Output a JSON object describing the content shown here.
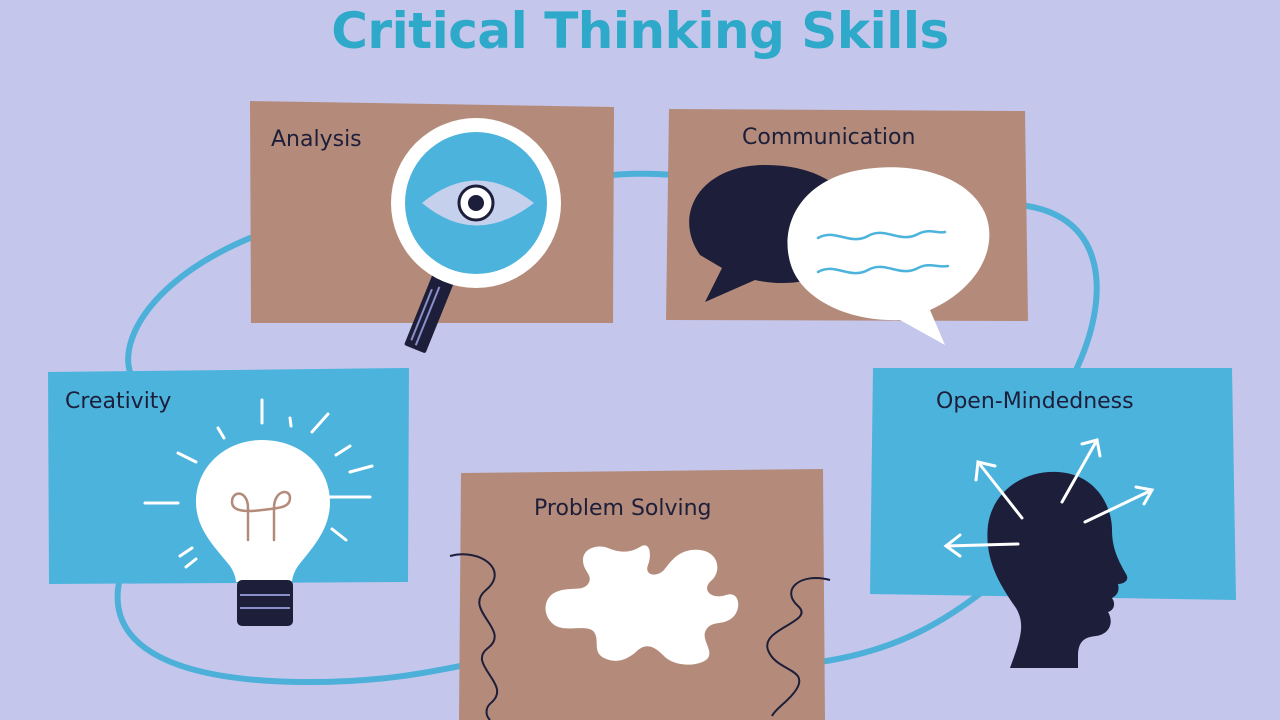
{
  "title": "Critical Thinking Skills",
  "colors": {
    "background": "#c4c6ec",
    "title": "#2ea9c9",
    "connector": "#4cb0d8",
    "brown_card": "#b48b7a",
    "blue_card": "#4cb3dc",
    "dark": "#1c1e3a",
    "white": "#ffffff"
  },
  "nodes": [
    {
      "id": "analysis",
      "label": "Analysis",
      "icon": "magnifying-glass-eye-icon"
    },
    {
      "id": "communication",
      "label": "Communication",
      "icon": "speech-bubbles-icon"
    },
    {
      "id": "creativity",
      "label": "Creativity",
      "icon": "light-bulb-icon"
    },
    {
      "id": "problem_solving",
      "label": "Problem Solving",
      "icon": "puzzle-piece-icon"
    },
    {
      "id": "open_mindedness",
      "label": "Open-Mindedness",
      "icon": "head-arrows-icon"
    }
  ]
}
